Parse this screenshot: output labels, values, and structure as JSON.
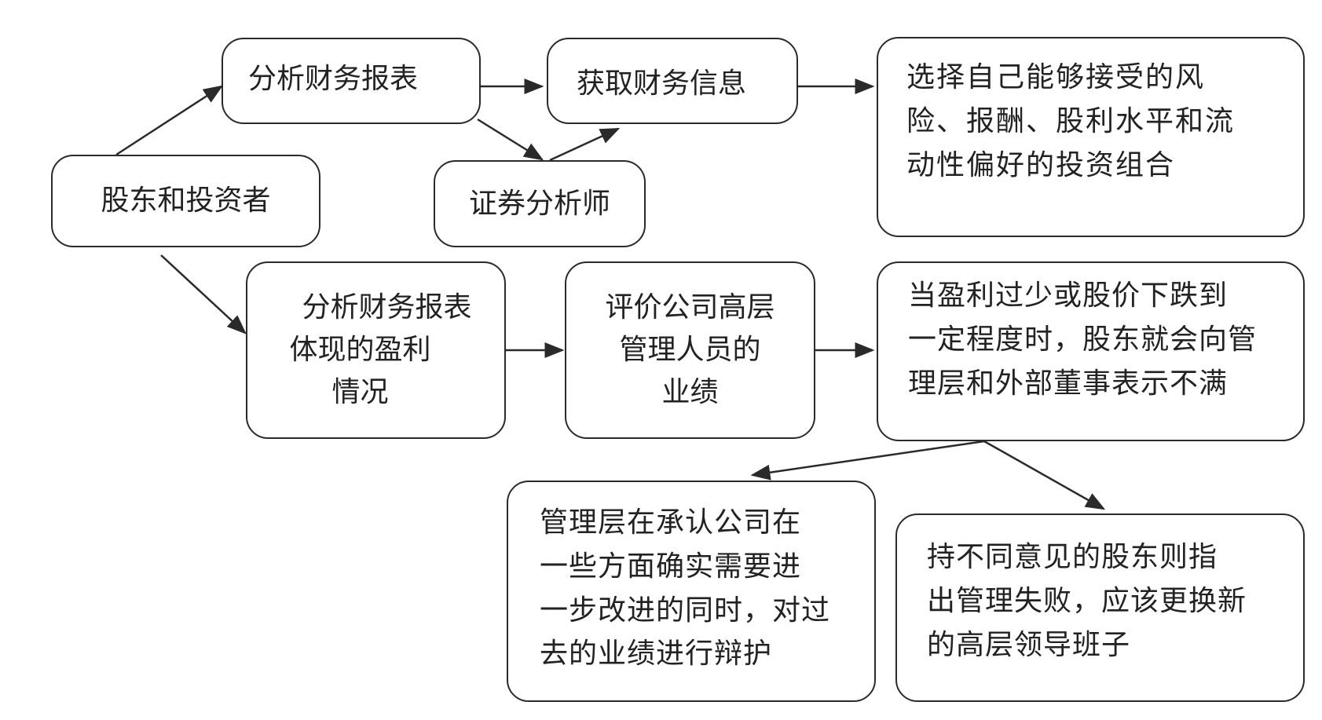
{
  "nodes": {
    "shareholders": "股东和投资者",
    "analyze_statements_top": "分析财务报表",
    "get_financial_info": "获取财务信息",
    "securities_analyst": "证券分析师",
    "choose_portfolio": [
      "选择自己能够接受的风",
      "险、报酬、股利水平和流",
      "动性偏好的投资组合"
    ],
    "analyze_profit": [
      "分析财务报表",
      "体现的盈利",
      "情况"
    ],
    "evaluate_management": [
      "评价公司高层",
      "管理人员的",
      "业绩"
    ],
    "dissatisfaction": [
      "当盈利过少或股价下跌到",
      "一定程度时，股东就会向管",
      "理层和外部董事表示不满"
    ],
    "management_defense": [
      "管理层在承认公司在",
      "一些方面确实需要进",
      "一步改进的同时，对过",
      "去的业绩进行辩护"
    ],
    "replace_leadership": [
      "持不同意见的股东则指",
      "出管理失败，应该更换新",
      "的高层领导班子"
    ]
  },
  "style": {
    "line_color": "#2a2a2a",
    "text_color": "#222222",
    "background": "#ffffff"
  }
}
